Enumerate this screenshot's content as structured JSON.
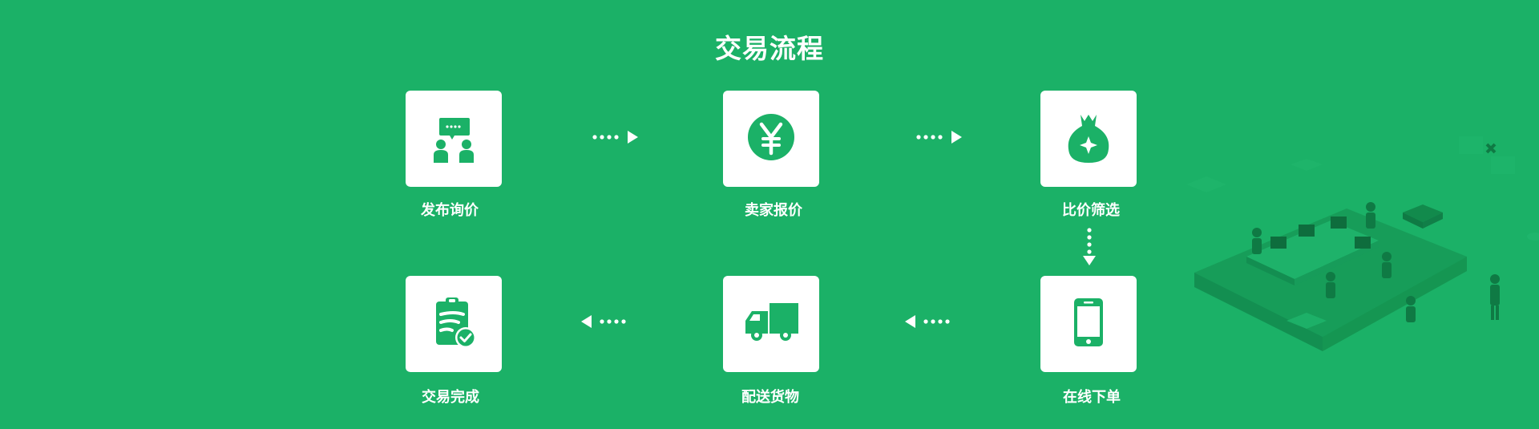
{
  "header": {
    "title": "交易流程"
  },
  "steps": [
    {
      "label": "发布询价",
      "icon": "inquiry-chat-icon"
    },
    {
      "label": "卖家报价",
      "icon": "yen-coin-icon"
    },
    {
      "label": "比价筛选",
      "icon": "money-bag-icon"
    },
    {
      "label": "在线下单",
      "icon": "mobile-phone-icon"
    },
    {
      "label": "配送货物",
      "icon": "delivery-truck-icon"
    },
    {
      "label": "交易完成",
      "icon": "clipboard-check-icon"
    }
  ],
  "colors": {
    "background": "#1bb167",
    "icon": "#1bb167",
    "card": "#ffffff"
  }
}
